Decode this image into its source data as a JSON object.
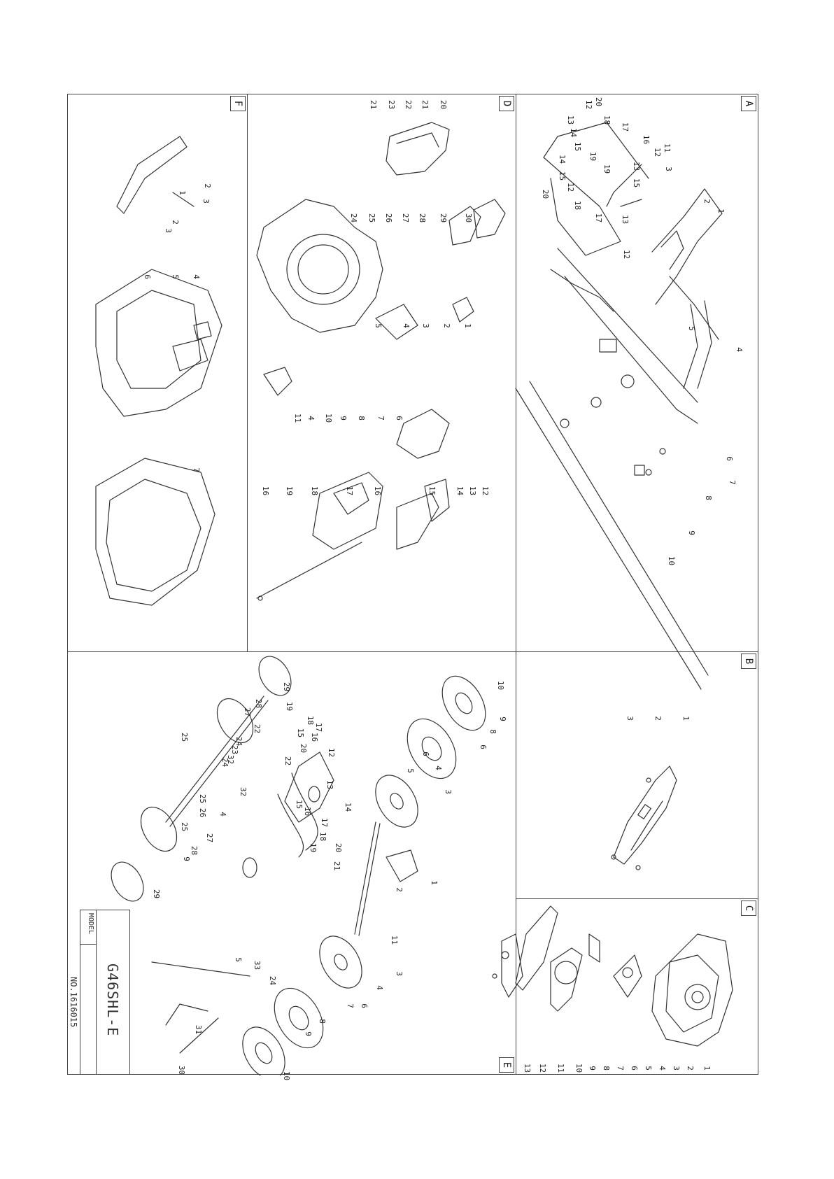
{
  "panels": {
    "A": {
      "letter": "A",
      "callouts": [
        "1",
        "2",
        "3",
        "4",
        "5",
        "6",
        "7",
        "8",
        "9",
        "10",
        "11",
        "12",
        "12",
        "12",
        "12",
        "13",
        "13",
        "13",
        "14",
        "14",
        "15",
        "15",
        "15",
        "16",
        "17",
        "17",
        "18",
        "18",
        "19",
        "19",
        "20",
        "20"
      ]
    },
    "B": {
      "letter": "B",
      "callouts": [
        "1",
        "2",
        "3"
      ]
    },
    "C": {
      "letter": "C",
      "callouts": [
        "1",
        "2",
        "3",
        "4",
        "5",
        "6",
        "7",
        "8",
        "9",
        "10",
        "11",
        "12",
        "13"
      ]
    },
    "D": {
      "letter": "D",
      "callouts": [
        "1",
        "2",
        "3",
        "4",
        "4",
        "5",
        "6",
        "7",
        "8",
        "9",
        "10",
        "11",
        "12",
        "13",
        "14",
        "15",
        "16",
        "16",
        "17",
        "18",
        "19",
        "20",
        "21",
        "21",
        "22",
        "23",
        "24",
        "25",
        "26",
        "27",
        "28",
        "29",
        "30"
      ]
    },
    "E": {
      "letter": "E",
      "callouts": [
        "1",
        "2",
        "3",
        "3",
        "4",
        "4",
        "4",
        "5",
        "5",
        "6",
        "6",
        "6",
        "7",
        "8",
        "8",
        "9",
        "9",
        "9",
        "10",
        "10",
        "11",
        "12",
        "13",
        "14",
        "15",
        "15",
        "16",
        "16",
        "17",
        "17",
        "18",
        "18",
        "19",
        "19",
        "20",
        "20",
        "21",
        "22",
        "22",
        "23",
        "24",
        "24",
        "24",
        "25",
        "25",
        "25",
        "26",
        "27",
        "27",
        "28",
        "28",
        "29",
        "29",
        "30",
        "31",
        "32",
        "32",
        "33"
      ]
    },
    "F": {
      "letter": "F",
      "callouts": [
        "1",
        "2",
        "2",
        "3",
        "3",
        "4",
        "5",
        "6",
        "7"
      ]
    }
  },
  "title_block": {
    "model_label": "MODEL",
    "model_value": "G46SHL-E",
    "number": "NO.1616015"
  }
}
